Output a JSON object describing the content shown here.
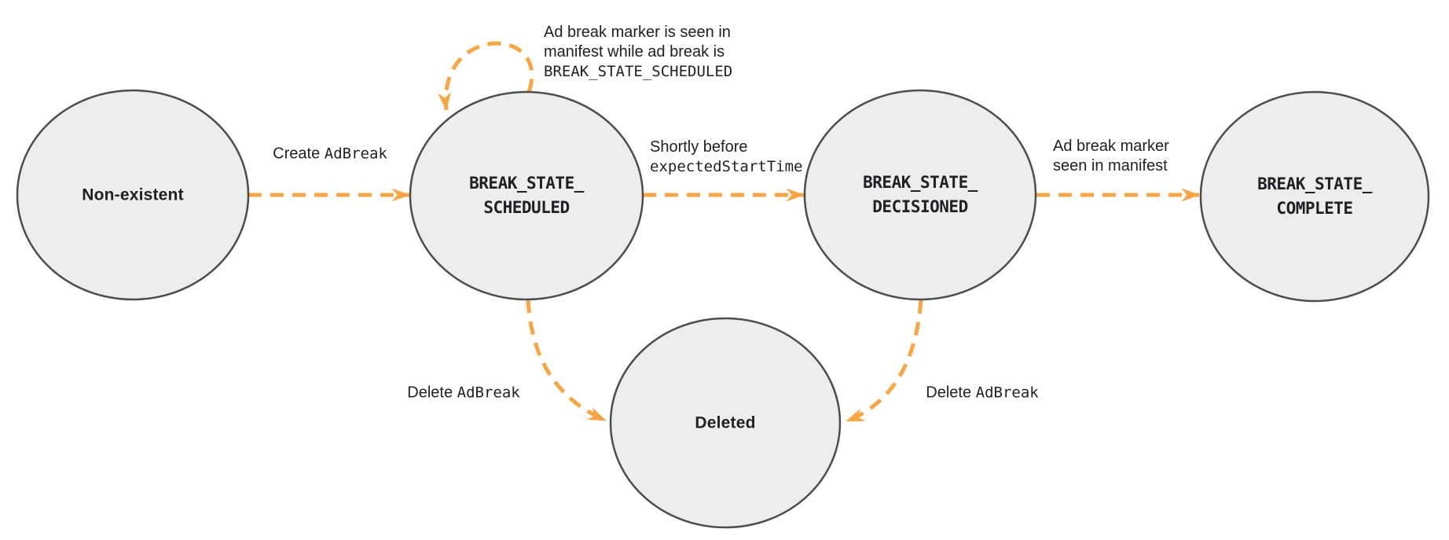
{
  "colors": {
    "node_fill": "#ededed",
    "node_stroke": "#4d4d4d",
    "arrow": "#f8a544",
    "text": "#202124",
    "background": "#ffffff"
  },
  "nodes": {
    "non_existent": {
      "label": "Non-existent"
    },
    "scheduled": {
      "line1": "BREAK_STATE_",
      "line2": "SCHEDULED"
    },
    "decisioned": {
      "line1": "BREAK_STATE_",
      "line2": "DECISIONED"
    },
    "complete": {
      "line1": "BREAK_STATE_",
      "line2": "COMPLETE"
    },
    "deleted": {
      "label": "Deleted"
    }
  },
  "edges": {
    "create": {
      "action": "Create",
      "code": "AdBreak"
    },
    "self_loop": {
      "line1": "Ad break marker is seen in",
      "line2": "manifest while ad break is",
      "code": "BREAK_STATE_SCHEDULED"
    },
    "to_decisioned": {
      "line1": "Shortly before",
      "code": "expectedStartTime"
    },
    "to_complete": {
      "line1": "Ad break marker",
      "line2": "seen in manifest"
    },
    "delete_from_scheduled": {
      "action": "Delete",
      "code": "AdBreak"
    },
    "delete_from_decisioned": {
      "action": "Delete",
      "code": "AdBreak"
    }
  }
}
